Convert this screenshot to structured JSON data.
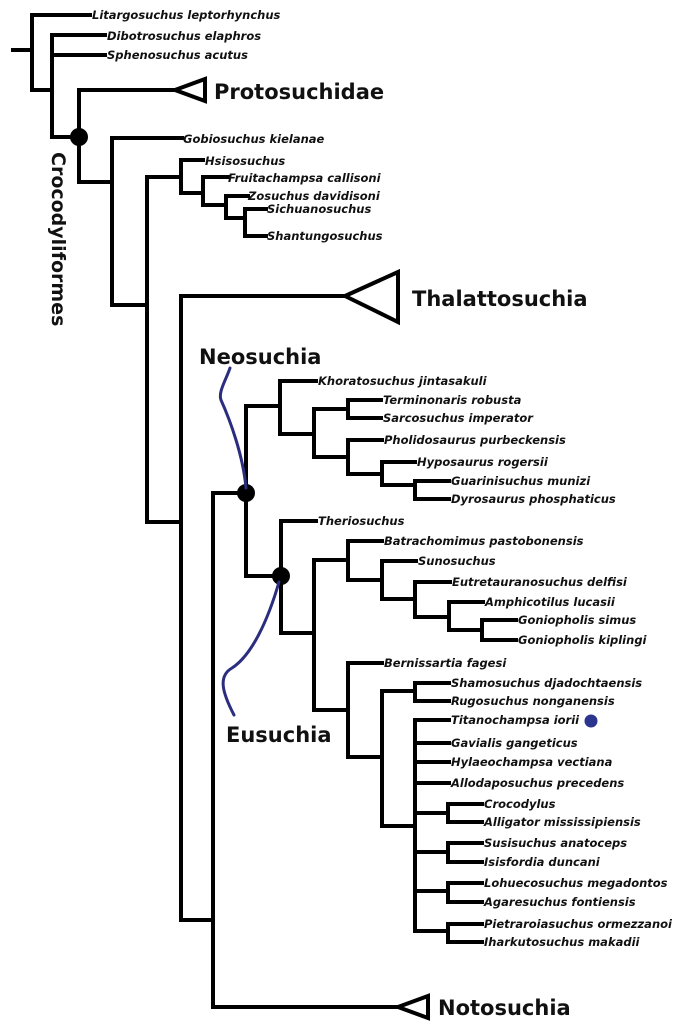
{
  "figure": {
    "type": "phylogenetic-tree",
    "subject": "Crocodyliform phylogeny"
  },
  "clade_labels": {
    "crocodyliformes": "Crocodyliformes",
    "neosuchia": "Neosuchia",
    "eusuchia": "Eusuchia"
  },
  "collapsed_clades": {
    "protosuchidae": "Protosuchidae",
    "thalattosuchia": "Thalattosuchia",
    "notosuchia": "Notosuchia"
  },
  "taxa": {
    "litargosuchus": "Litargosuchus leptorhynchus",
    "dibotrosuchus": "Dibotrosuchus elaphros",
    "sphenosuchus": "Sphenosuchus acutus",
    "gobiosuchus": "Gobiosuchus kielanae",
    "hsisosuchus": "Hsisosuchus",
    "fruitachampsa": "Fruitachampsa callisoni",
    "zosuchus": "Zosuchus davidisoni",
    "sichuanosuchus": "Sichuanosuchus",
    "shantungosuchus": "Shantungosuchus",
    "khoratosuchus": "Khoratosuchus jintasakuli",
    "terminonaris": "Terminonaris robusta",
    "sarcosuchus": "Sarcosuchus imperator",
    "pholidosaurus": "Pholidosaurus purbeckensis",
    "hyposaurus": "Hyposaurus rogersii",
    "guarinisuchus": "Guarinisuchus munizi",
    "dyrosaurus": "Dyrosaurus phosphaticus",
    "theriosuchus": "Theriosuchus",
    "batrachomimus": "Batrachomimus pastobonensis",
    "sunosuchus": "Sunosuchus",
    "eutretauranosuchus": "Eutretauranosuchus delfisi",
    "amphicotilus": "Amphicotilus lucasii",
    "goniopholis_simus": "Goniopholis simus",
    "goniopholis_kiplingi": "Goniopholis kiplingi",
    "bernissartia": "Bernissartia fagesi",
    "shamosuchus": "Shamosuchus djadochtaensis",
    "rugosuchus": "Rugosuchus nonganensis",
    "titanochampsa": "Titanochampsa iorii",
    "gavialis": "Gavialis gangeticus",
    "hylaeochampsa": "Hylaeochampsa vectiana",
    "allodaposuchus": "Allodaposuchus precedens",
    "crocodylus": "Crocodylus",
    "alligator": "Alligator mississipiensis",
    "susisuchus": "Susisuchus anatoceps",
    "isisfordia": "Isisfordia duncani",
    "lohuecosuchus": "Lohuecosuchus megadontos",
    "agaresuchus": "Agaresuchus fontiensis",
    "pietraroiasuchus": "Pietraroiasuchus ormezzanoi",
    "iharkutosuchus": "Iharkutosuchus makadii"
  },
  "highlighted_taxon": "Titanochampsa iorii",
  "colors": {
    "branches": "#000000",
    "callout_lines": "#2b2d7e",
    "highlight_marker": "#2b3590"
  }
}
